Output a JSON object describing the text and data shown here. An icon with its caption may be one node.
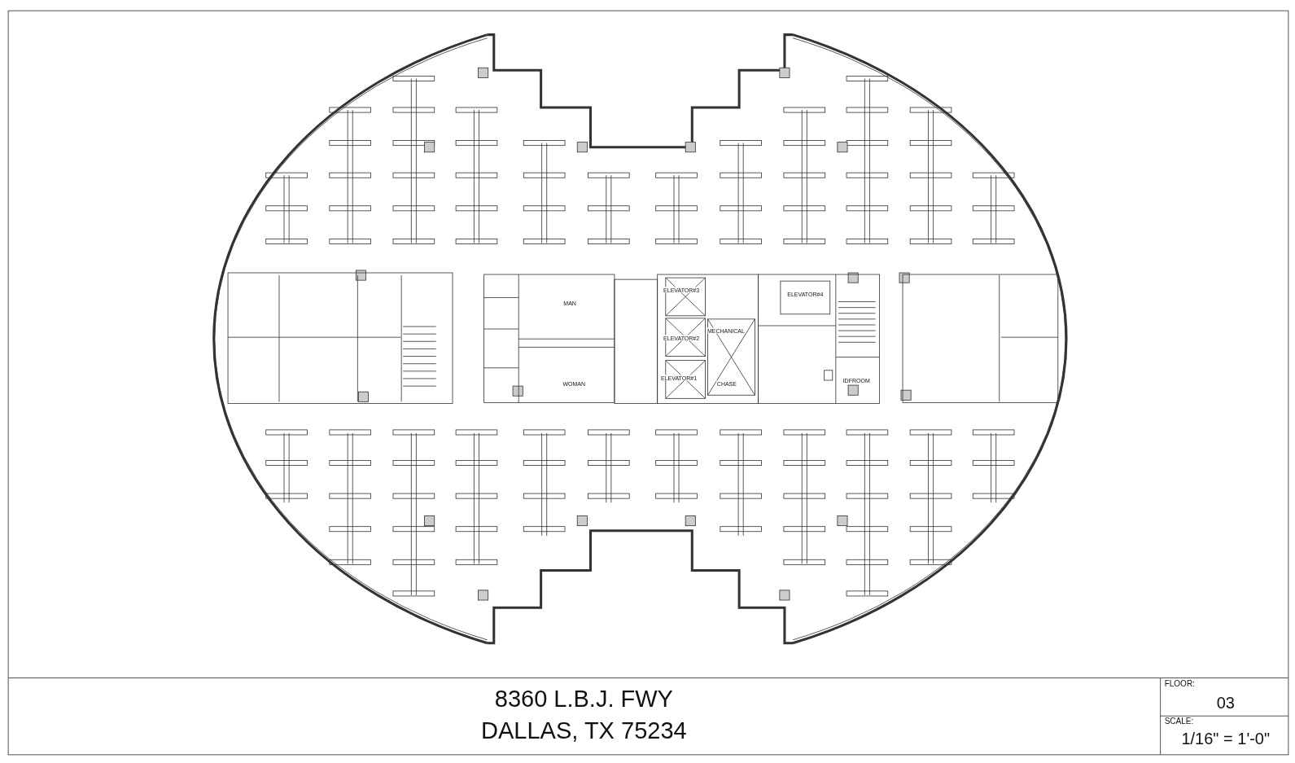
{
  "diagram": {
    "nodes": [
      {
        "text": [
          "MAN"
        ]
      },
      {
        "text": [
          "WOMAN"
        ]
      },
      {
        "text": [
          "ELEVATOR#3"
        ]
      },
      {
        "text": [
          "ELEVATOR#2"
        ]
      },
      {
        "text": [
          "ELEVATOR#1"
        ]
      },
      {
        "text": [
          "MECHANICAL"
        ]
      },
      {
        "text": [
          "CHASE"
        ]
      },
      {
        "text": [
          "ELEVATOR#4"
        ]
      },
      {
        "text": [
          "IDFROOM"
        ]
      }
    ],
    "labels": [
      "8360 L.B.J. FWY",
      "DALLAS, TX 75234",
      "FLOOR:",
      "03",
      "SCALE:",
      "1/16\" = 1'-0\""
    ]
  }
}
